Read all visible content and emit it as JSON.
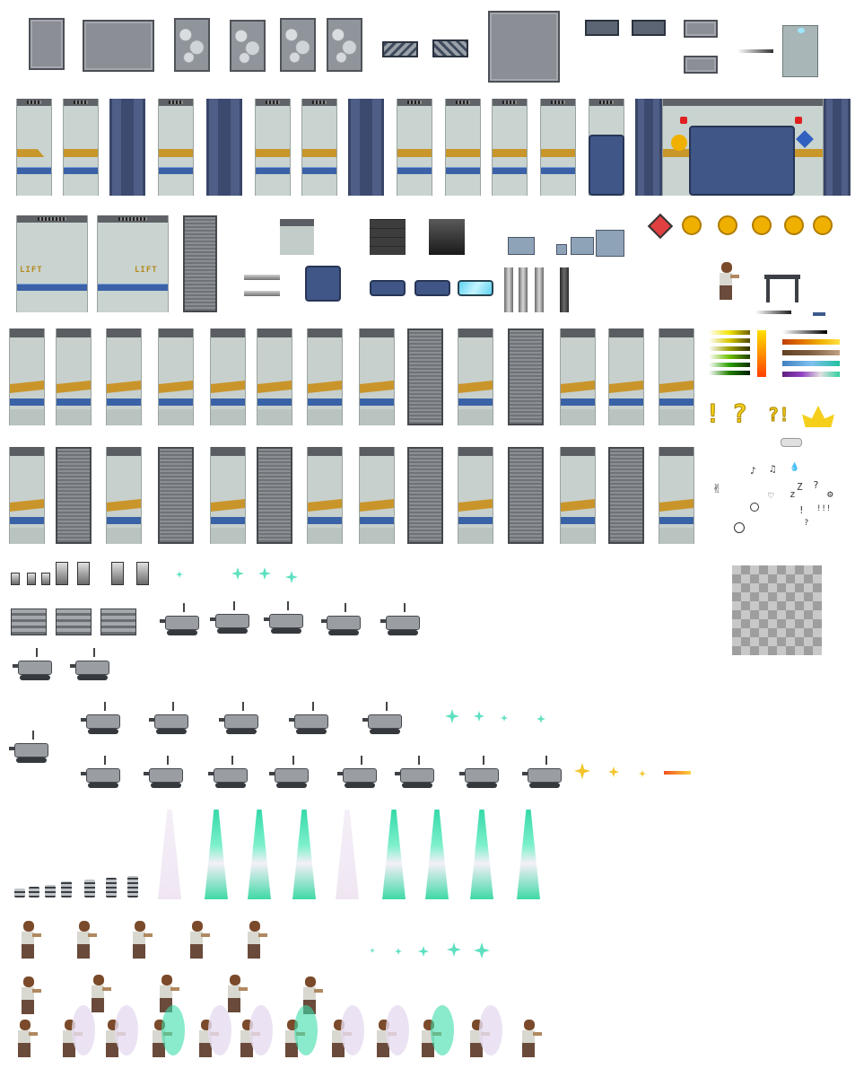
{
  "sheet": {
    "lift_label": "LIFT",
    "yellow_marks": [
      "!",
      "?",
      "?!"
    ],
    "emotes": [
      "♪",
      "♫",
      "💧",
      "z",
      "Z",
      "?",
      "!",
      "!!!",
      "⚙",
      "♡",
      "?",
      "✌"
    ],
    "colors": {
      "wall": "#c9d3cf",
      "stripe_gold": "#c8962a",
      "stripe_blue": "#3b62a8",
      "pillar": "#4e5e86",
      "beam_cyan": "#34d9a8",
      "metal_gray": "#8b8f95"
    },
    "palette_swatches": [
      "#f2e300",
      "#d8c800",
      "#a0a000",
      "#6fc000",
      "#2ca000",
      "#208000",
      "#c04000",
      "#e07000",
      "#f0b000",
      "#806040",
      "#4a90e0",
      "#20c0a0",
      "#9040c0",
      "#e0e0e0"
    ]
  }
}
